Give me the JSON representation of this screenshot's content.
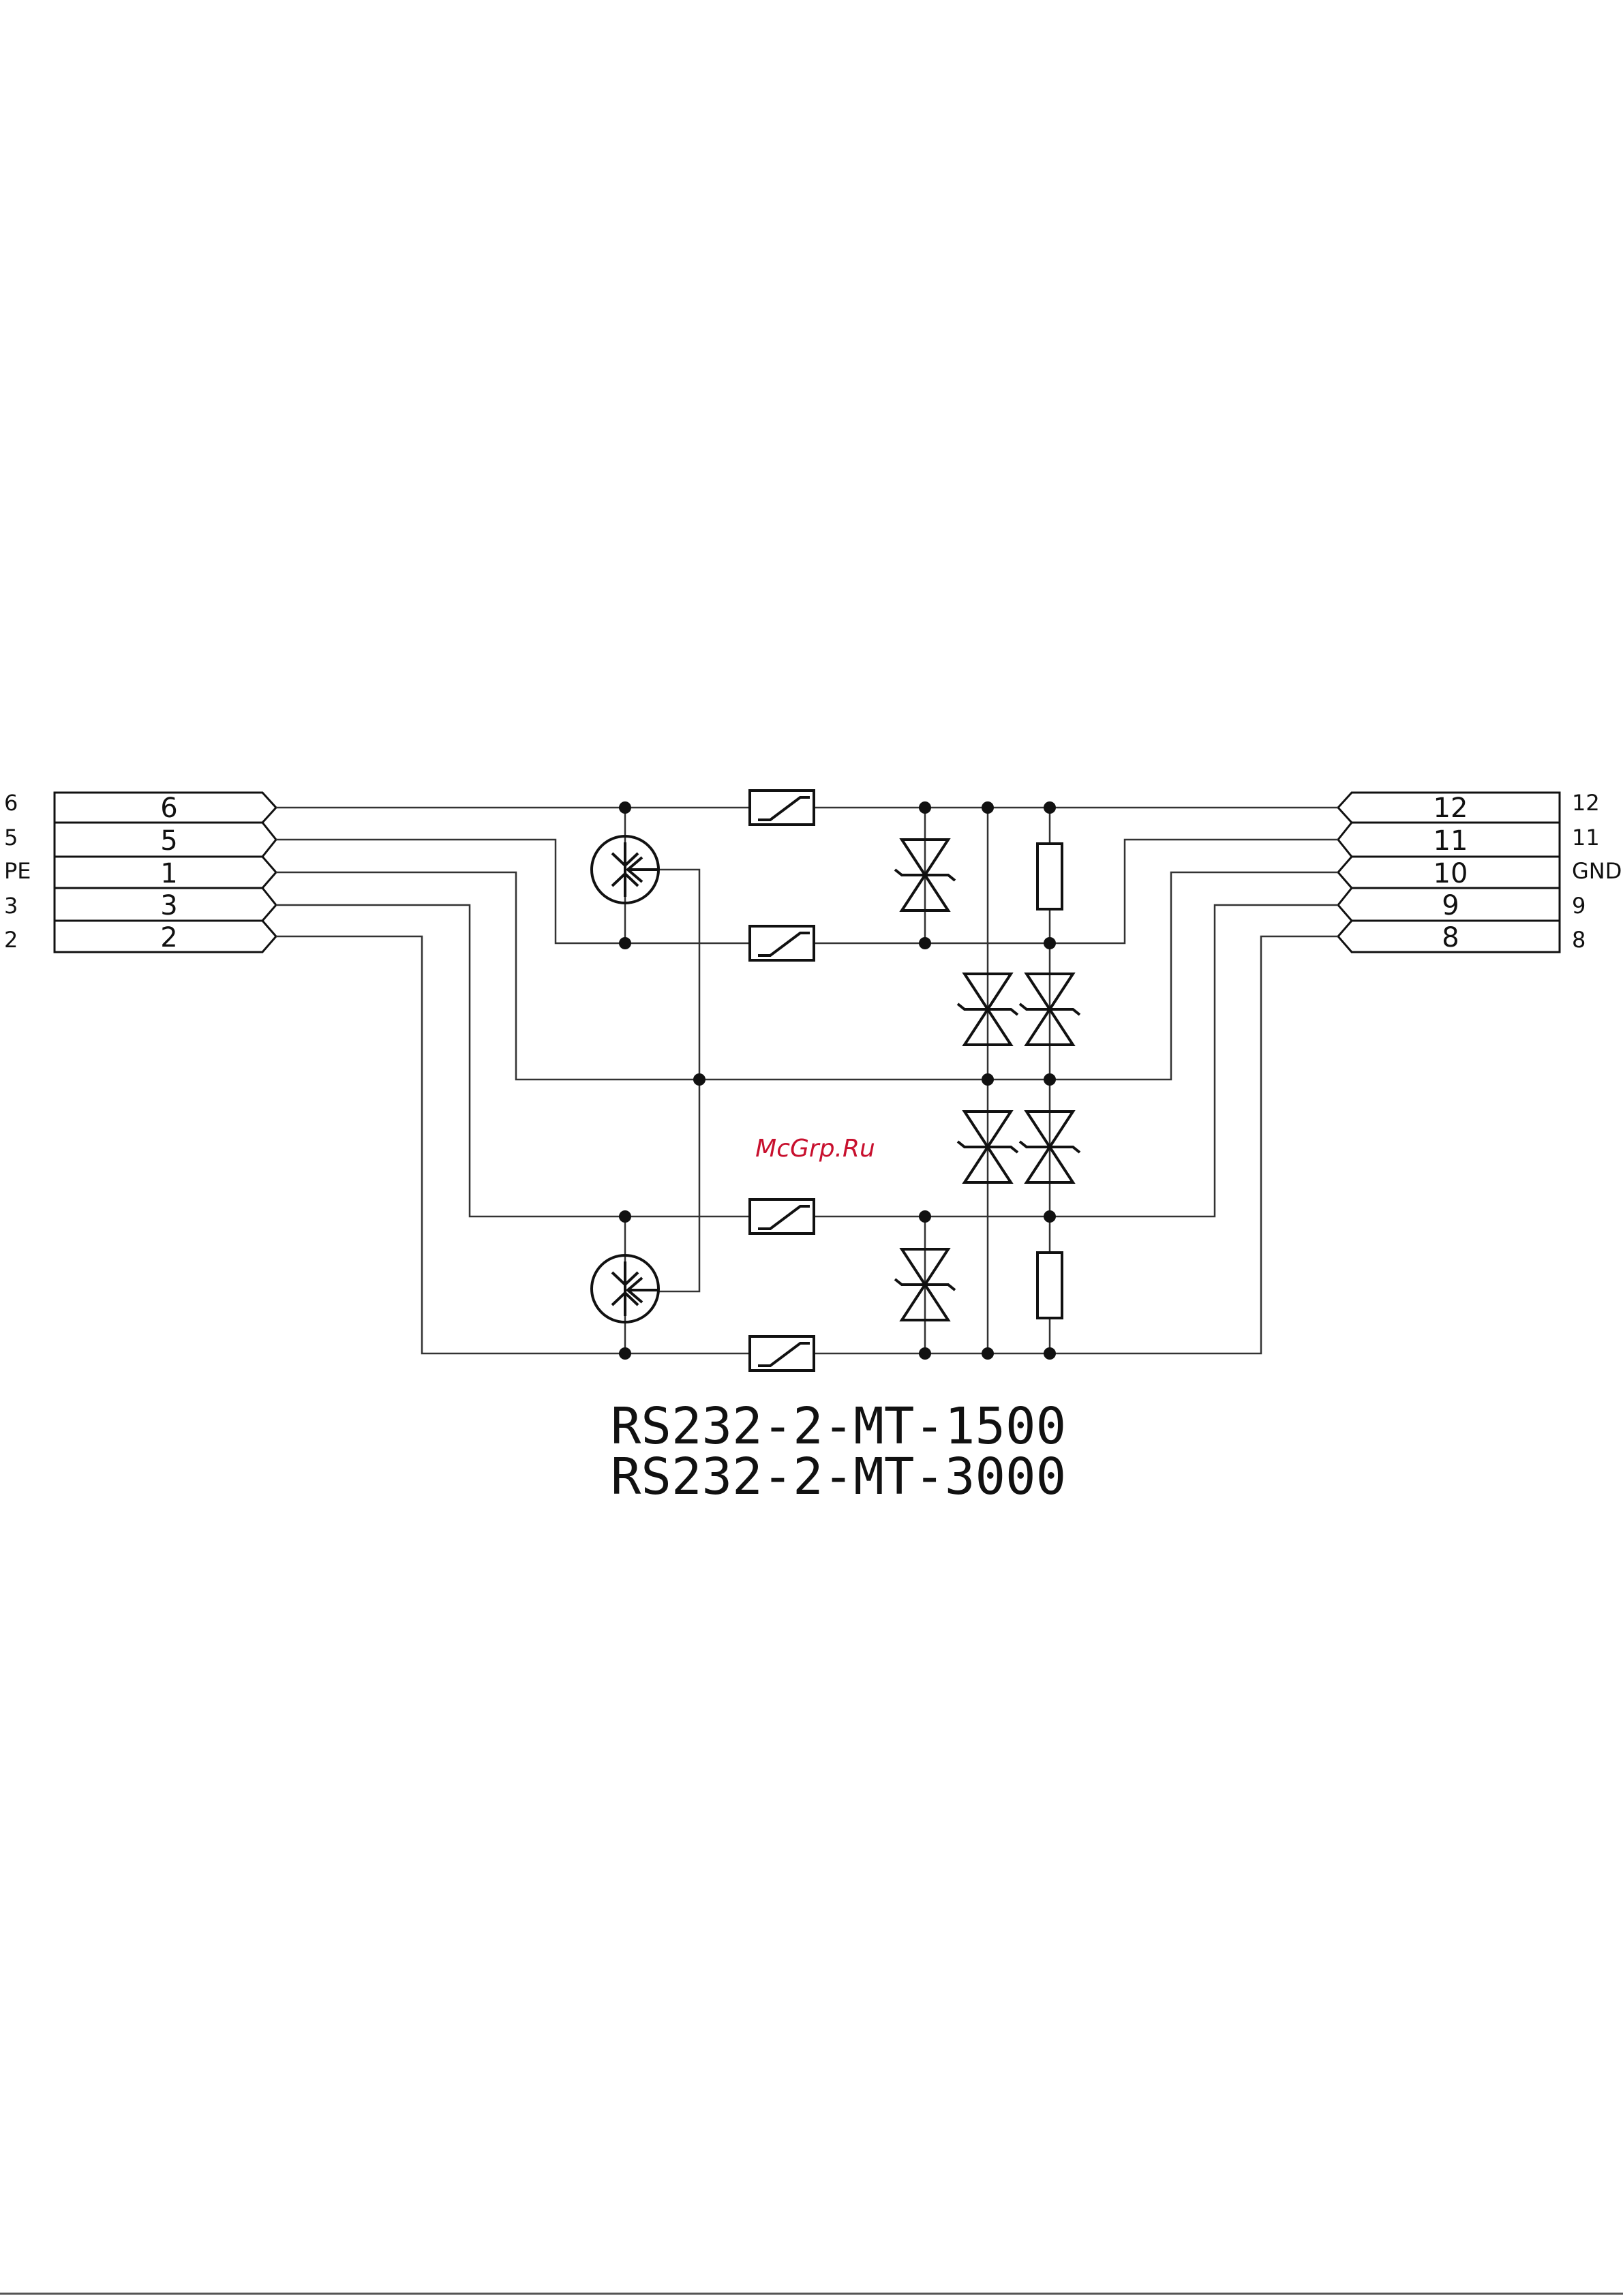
{
  "left_connector": {
    "pins": [
      {
        "outer": "6",
        "inner": "6"
      },
      {
        "outer": "5",
        "inner": "5"
      },
      {
        "outer": "PE",
        "inner": "1"
      },
      {
        "outer": "3",
        "inner": "3"
      },
      {
        "outer": "2",
        "inner": "2"
      }
    ]
  },
  "right_connector": {
    "pins": [
      {
        "outer": "12",
        "inner": "12"
      },
      {
        "outer": "11",
        "inner": "11"
      },
      {
        "outer": "GND",
        "inner": "10"
      },
      {
        "outer": "9",
        "inner": "9"
      },
      {
        "outer": "8",
        "inner": "8"
      }
    ]
  },
  "watermark": "McGrp.Ru",
  "title": {
    "line1": "RS232-2-MT-1500",
    "line2": "RS232-2-MT-3000"
  },
  "icons": [
    "gas-discharge-tube-icon",
    "ptc-fuse-icon",
    "tvs-diode-icon",
    "resistor-icon"
  ]
}
